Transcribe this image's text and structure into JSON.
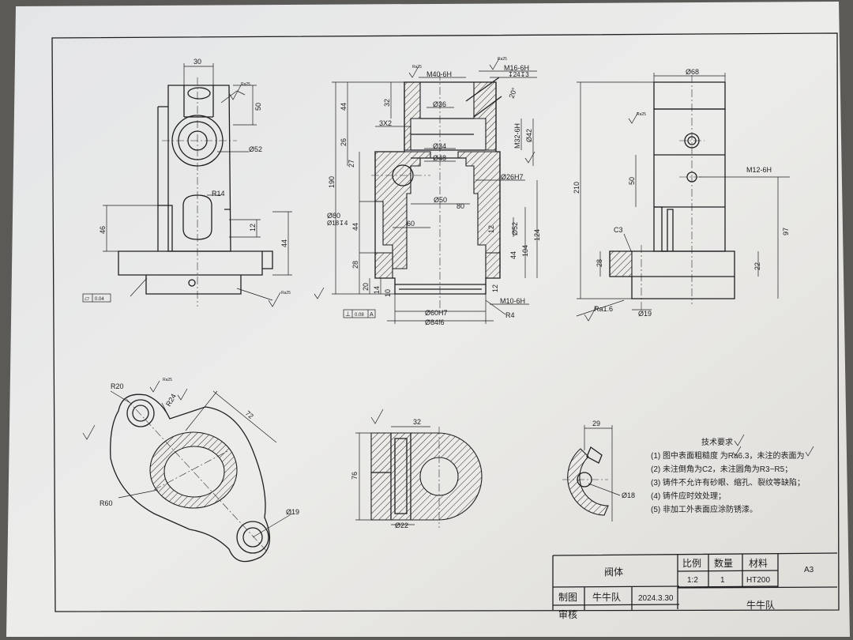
{
  "front_view": {
    "dims": [
      "30",
      "50",
      "Ø52",
      "R14",
      "46",
      "12",
      "44"
    ],
    "flatness": [
      "⏥",
      "0.04"
    ]
  },
  "section_view": {
    "dims": [
      "M40-6H",
      "M16-6H",
      "↧24↧3",
      "32",
      "44",
      "Ø36",
      "3X2",
      "20°",
      "26",
      "M32-6H",
      "Ø42",
      "Ø34",
      "27",
      "Ø48",
      "190",
      "Ø26H7",
      "Ø50",
      "Ø80",
      "Ø18↧4",
      "60",
      "44",
      "80",
      "12",
      "Ø52",
      "124",
      "28",
      "44",
      "104",
      "20",
      "14",
      "10",
      "12",
      "M10-6H",
      "Ø60H7",
      "Ø84f6",
      "R4"
    ],
    "perpendicularity": [
      "⊥",
      "0.08",
      "A"
    ]
  },
  "side_view": {
    "dims": [
      "Ø68",
      "210",
      "50",
      "M12-6H",
      "C3",
      "97",
      "28",
      "22",
      "Ra1.6",
      "Ø19"
    ]
  },
  "top_view": {
    "dims": [
      "R20",
      "R24",
      "72",
      "R60",
      "Ø19"
    ]
  },
  "detail_section": {
    "dims": [
      "32",
      "76",
      "Ø22"
    ]
  },
  "detail_arc": {
    "dims": [
      "29",
      "Ø18"
    ]
  },
  "roughness_symbols": [
    "Ra25",
    "Ra25",
    "Ra25",
    "Ra25",
    "Ra25",
    "Ra25",
    "Ra25"
  ],
  "tech_requirements": {
    "title": "技术要求",
    "items": [
      "(1) 图中表面粗糙度       为Ra6.3，未注的表面为",
      "(2) 未注倒角为C2，未注圆角为R3~R5；",
      "(3) 铸件不允许有砂眼、缩孔、裂纹等缺陷；",
      "(4) 铸件应时效处理；",
      "(5) 非加工外表面应涂防锈漆。"
    ]
  },
  "title_block": {
    "part_name": "阀体",
    "scale_header": "比例",
    "qty_header": "数量",
    "material_header": "材料",
    "scale": "1:2",
    "qty": "1",
    "material": "HT200",
    "sheet_size": "A3",
    "drawn_label": "制图",
    "checked_label": "审核",
    "drawn_by": "牛牛队",
    "date": "2024.3.30",
    "company": "牛牛队"
  }
}
